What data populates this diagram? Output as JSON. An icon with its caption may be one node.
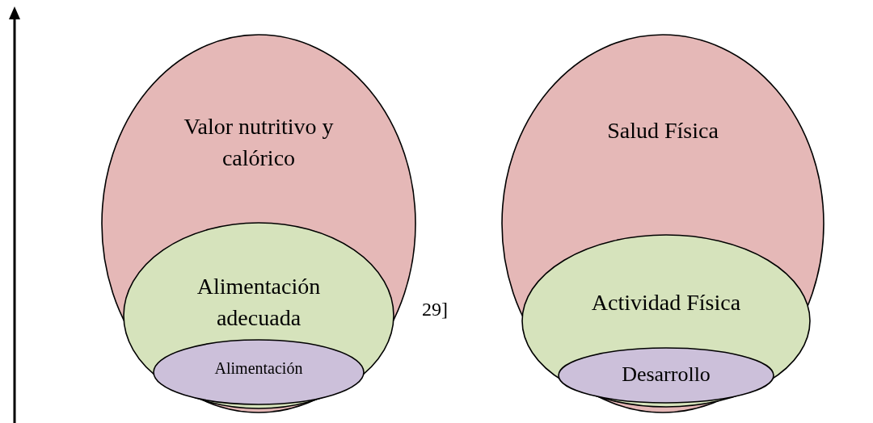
{
  "diagram": {
    "nodes": [
      {
        "text": [
          "Valor nutritivo y calórico"
        ]
      },
      {
        "text": [
          "Alimentación adecuada"
        ],
        "in": 0
      },
      {
        "text": [
          "Alimentación"
        ],
        "in": 1
      },
      {
        "text": [
          "Salud Física"
        ]
      },
      {
        "text": [
          "Actividad Física"
        ],
        "in": 3
      },
      {
        "text": [
          "Desarrollo"
        ],
        "in": 4
      }
    ],
    "edges": [],
    "labels": [
      "29]"
    ]
  }
}
